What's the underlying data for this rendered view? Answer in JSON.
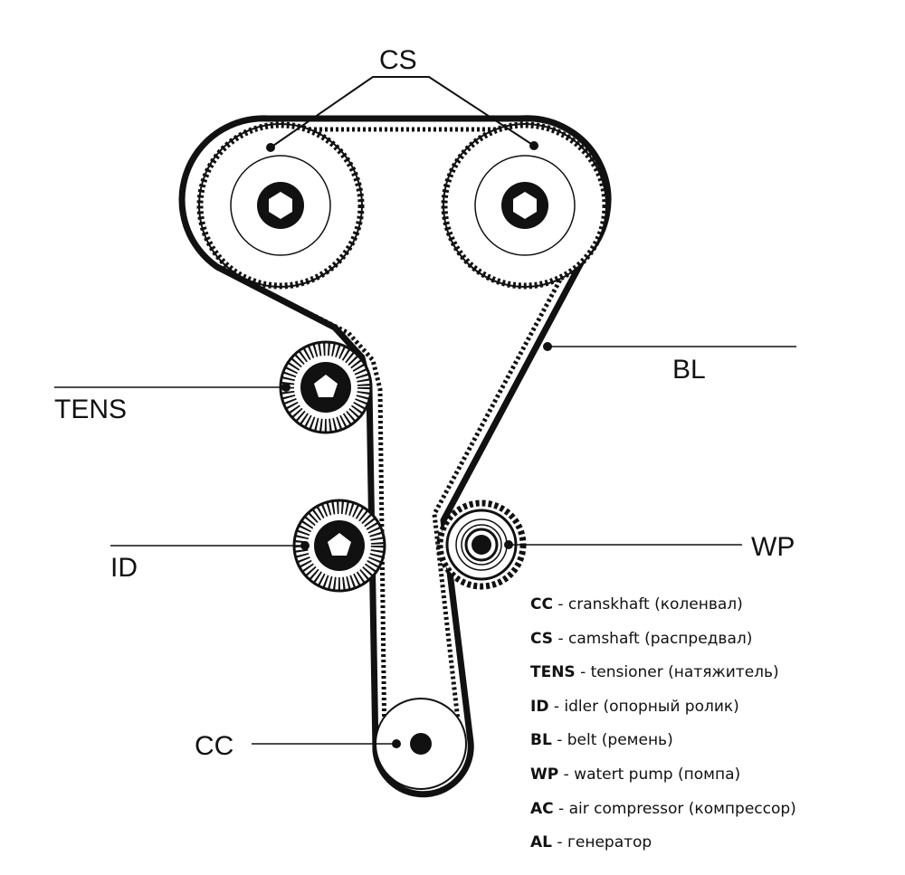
{
  "labels": {
    "cs": "CS",
    "bl": "BL",
    "tens": "TENS",
    "id": "ID",
    "wp": "WP",
    "cc": "CC"
  },
  "legend": [
    {
      "code": "CC",
      "text": " - cranskhaft (коленвал)"
    },
    {
      "code": "CS",
      "text": " - camshaft (распредвал)"
    },
    {
      "code": "TENS",
      "text": " - tensioner (натяжитель)"
    },
    {
      "code": "ID",
      "text": " - idler (опорный ролик)"
    },
    {
      "code": "BL",
      "text": " - belt (ремень)"
    },
    {
      "code": "WP",
      "text": " - watert pump (помпа)"
    },
    {
      "code": "AC",
      "text": " - air compressor (компрессор)"
    },
    {
      "code": "AL",
      "text": " - генератор"
    }
  ],
  "colors": {
    "line": "#111111",
    "background": "#ffffff"
  }
}
